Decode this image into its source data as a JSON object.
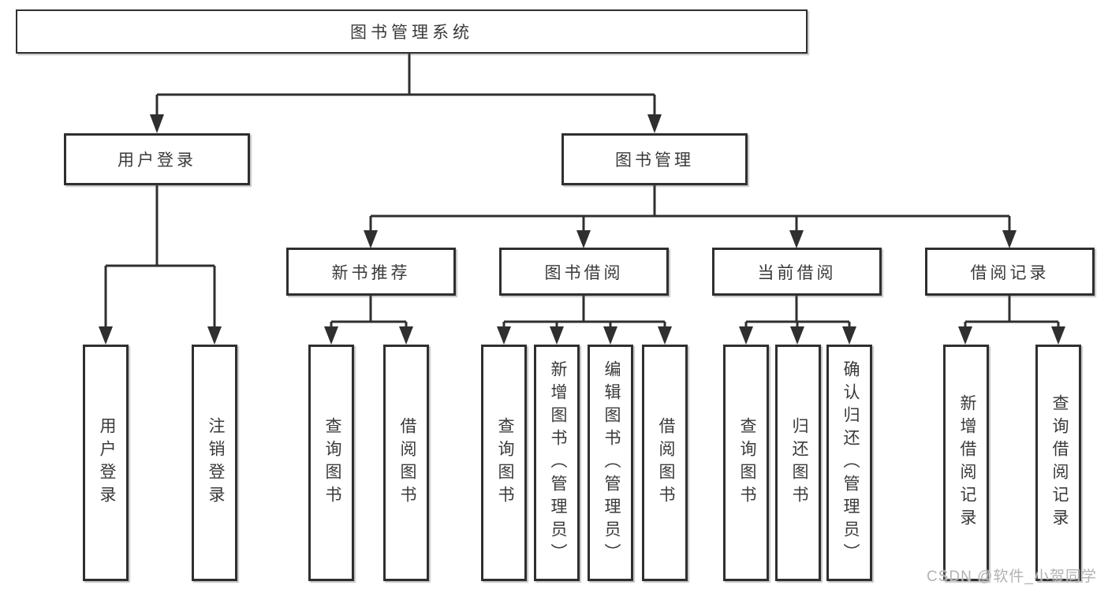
{
  "colors": {
    "line": "#2f2f2f",
    "text": "#3a3a3a",
    "box_fill": "#ffffff",
    "watermark": "#b2b2b2"
  },
  "tree": {
    "root": "图书管理系统",
    "level2": [
      "用户登录",
      "图书管理"
    ],
    "level3": [
      "新书推荐",
      "图书借阅",
      "当前借阅",
      "借阅记录"
    ],
    "leaves": {
      "user_login": [
        "用户登录",
        "注销登录"
      ],
      "new_book": [
        "查询图书",
        "借阅图书"
      ],
      "book_borrow": [
        "查询图书",
        "新增图书（管理员）",
        "编辑图书（管理员）",
        "借阅图书"
      ],
      "current_borrow": [
        "查询图书",
        "归还图书",
        "确认归还（管理员）"
      ],
      "borrow_records": [
        "新增借阅记录",
        "查询借阅记录"
      ]
    }
  },
  "watermark": "CSDN @软件_小贺同学"
}
